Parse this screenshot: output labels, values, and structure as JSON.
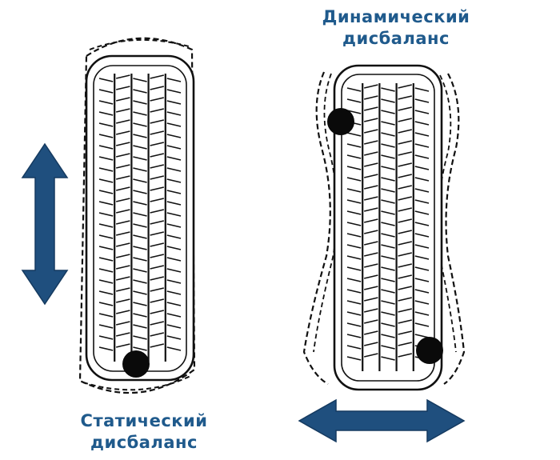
{
  "labels": {
    "dynamic_line1": "Динамический",
    "dynamic_line2": "дисбаланс",
    "static_line1": "Статический",
    "static_line2": "дисбаланс"
  },
  "colors": {
    "accent": "#1f5a8c",
    "arrow_fill": "#1f4f7e",
    "arrow_edge": "#153a60",
    "line": "#111111",
    "weight": "#0a0a0a"
  }
}
